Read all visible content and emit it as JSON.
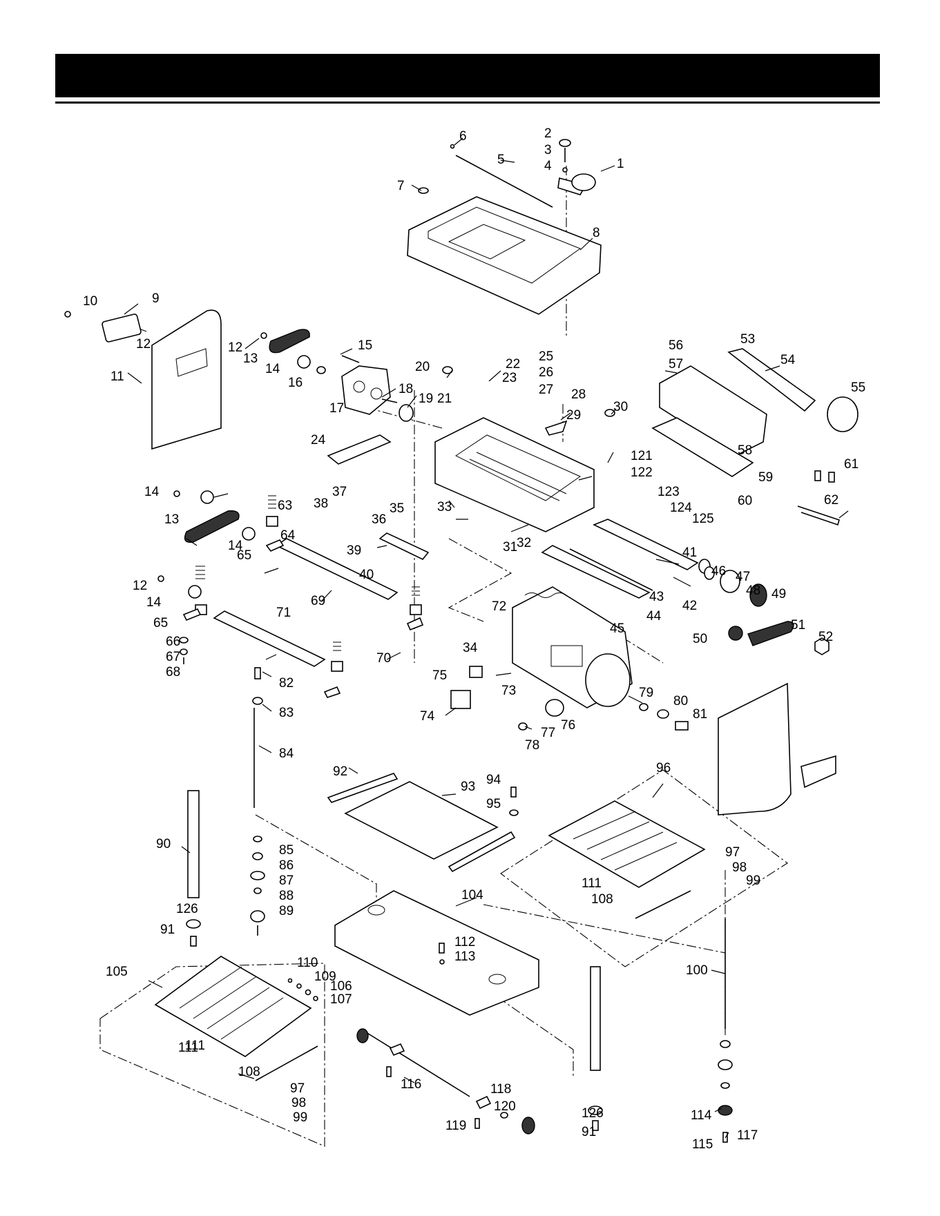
{
  "page_header": {
    "title": ""
  },
  "callouts": [
    {
      "label": "1"
    },
    {
      "label": "2"
    },
    {
      "label": "3"
    },
    {
      "label": "4"
    },
    {
      "label": "5"
    },
    {
      "label": "6"
    },
    {
      "label": "7"
    },
    {
      "label": "8"
    },
    {
      "label": "9"
    },
    {
      "label": "10"
    },
    {
      "label": "11"
    },
    {
      "label": "12"
    },
    {
      "label": "13"
    },
    {
      "label": "14"
    },
    {
      "label": "15"
    },
    {
      "label": "16"
    },
    {
      "label": "17"
    },
    {
      "label": "18"
    },
    {
      "label": "19"
    },
    {
      "label": "20"
    },
    {
      "label": "21"
    },
    {
      "label": "22"
    },
    {
      "label": "23"
    },
    {
      "label": "24"
    },
    {
      "label": "25"
    },
    {
      "label": "26"
    },
    {
      "label": "27"
    },
    {
      "label": "28"
    },
    {
      "label": "29"
    },
    {
      "label": "30"
    },
    {
      "label": "31"
    },
    {
      "label": "32"
    },
    {
      "label": "33"
    },
    {
      "label": "34"
    },
    {
      "label": "35"
    },
    {
      "label": "36"
    },
    {
      "label": "37"
    },
    {
      "label": "38"
    },
    {
      "label": "39"
    },
    {
      "label": "40"
    },
    {
      "label": "41"
    },
    {
      "label": "42"
    },
    {
      "label": "43"
    },
    {
      "label": "44"
    },
    {
      "label": "45"
    },
    {
      "label": "46"
    },
    {
      "label": "47"
    },
    {
      "label": "48"
    },
    {
      "label": "49"
    },
    {
      "label": "50"
    },
    {
      "label": "51"
    },
    {
      "label": "52"
    },
    {
      "label": "53"
    },
    {
      "label": "54"
    },
    {
      "label": "55"
    },
    {
      "label": "56"
    },
    {
      "label": "57"
    },
    {
      "label": "58"
    },
    {
      "label": "59"
    },
    {
      "label": "60"
    },
    {
      "label": "61"
    },
    {
      "label": "62"
    },
    {
      "label": "63"
    },
    {
      "label": "64"
    },
    {
      "label": "65"
    },
    {
      "label": "66"
    },
    {
      "label": "67"
    },
    {
      "label": "68"
    },
    {
      "label": "69"
    },
    {
      "label": "70"
    },
    {
      "label": "71"
    },
    {
      "label": "72"
    },
    {
      "label": "73"
    },
    {
      "label": "74"
    },
    {
      "label": "75"
    },
    {
      "label": "76"
    },
    {
      "label": "77"
    },
    {
      "label": "78"
    },
    {
      "label": "79"
    },
    {
      "label": "80"
    },
    {
      "label": "81"
    },
    {
      "label": "82"
    },
    {
      "label": "83"
    },
    {
      "label": "84"
    },
    {
      "label": "85"
    },
    {
      "label": "86"
    },
    {
      "label": "87"
    },
    {
      "label": "88"
    },
    {
      "label": "89"
    },
    {
      "label": "90"
    },
    {
      "label": "91"
    },
    {
      "label": "92"
    },
    {
      "label": "93"
    },
    {
      "label": "94"
    },
    {
      "label": "95"
    },
    {
      "label": "96"
    },
    {
      "label": "97"
    },
    {
      "label": "98"
    },
    {
      "label": "99"
    },
    {
      "label": "100"
    },
    {
      "label": "104"
    },
    {
      "label": "105"
    },
    {
      "label": "106"
    },
    {
      "label": "107"
    },
    {
      "label": "108"
    },
    {
      "label": "109"
    },
    {
      "label": "110"
    },
    {
      "label": "111"
    },
    {
      "label": "112"
    },
    {
      "label": "113"
    },
    {
      "label": "114"
    },
    {
      "label": "115"
    },
    {
      "label": "116"
    },
    {
      "label": "117"
    },
    {
      "label": "118"
    },
    {
      "label": "119"
    },
    {
      "label": "120"
    },
    {
      "label": "121"
    },
    {
      "label": "122"
    },
    {
      "label": "123"
    },
    {
      "label": "124"
    },
    {
      "label": "125"
    },
    {
      "label": "126"
    },
    {
      "label": "12"
    },
    {
      "label": "14"
    },
    {
      "label": "12"
    },
    {
      "label": "14"
    },
    {
      "label": "13"
    },
    {
      "label": "14"
    },
    {
      "label": "65"
    },
    {
      "label": "91"
    },
    {
      "label": "126"
    },
    {
      "label": "97"
    },
    {
      "label": "98"
    },
    {
      "label": "99"
    },
    {
      "label": "108"
    },
    {
      "label": "111"
    },
    {
      "label": "111"
    }
  ]
}
